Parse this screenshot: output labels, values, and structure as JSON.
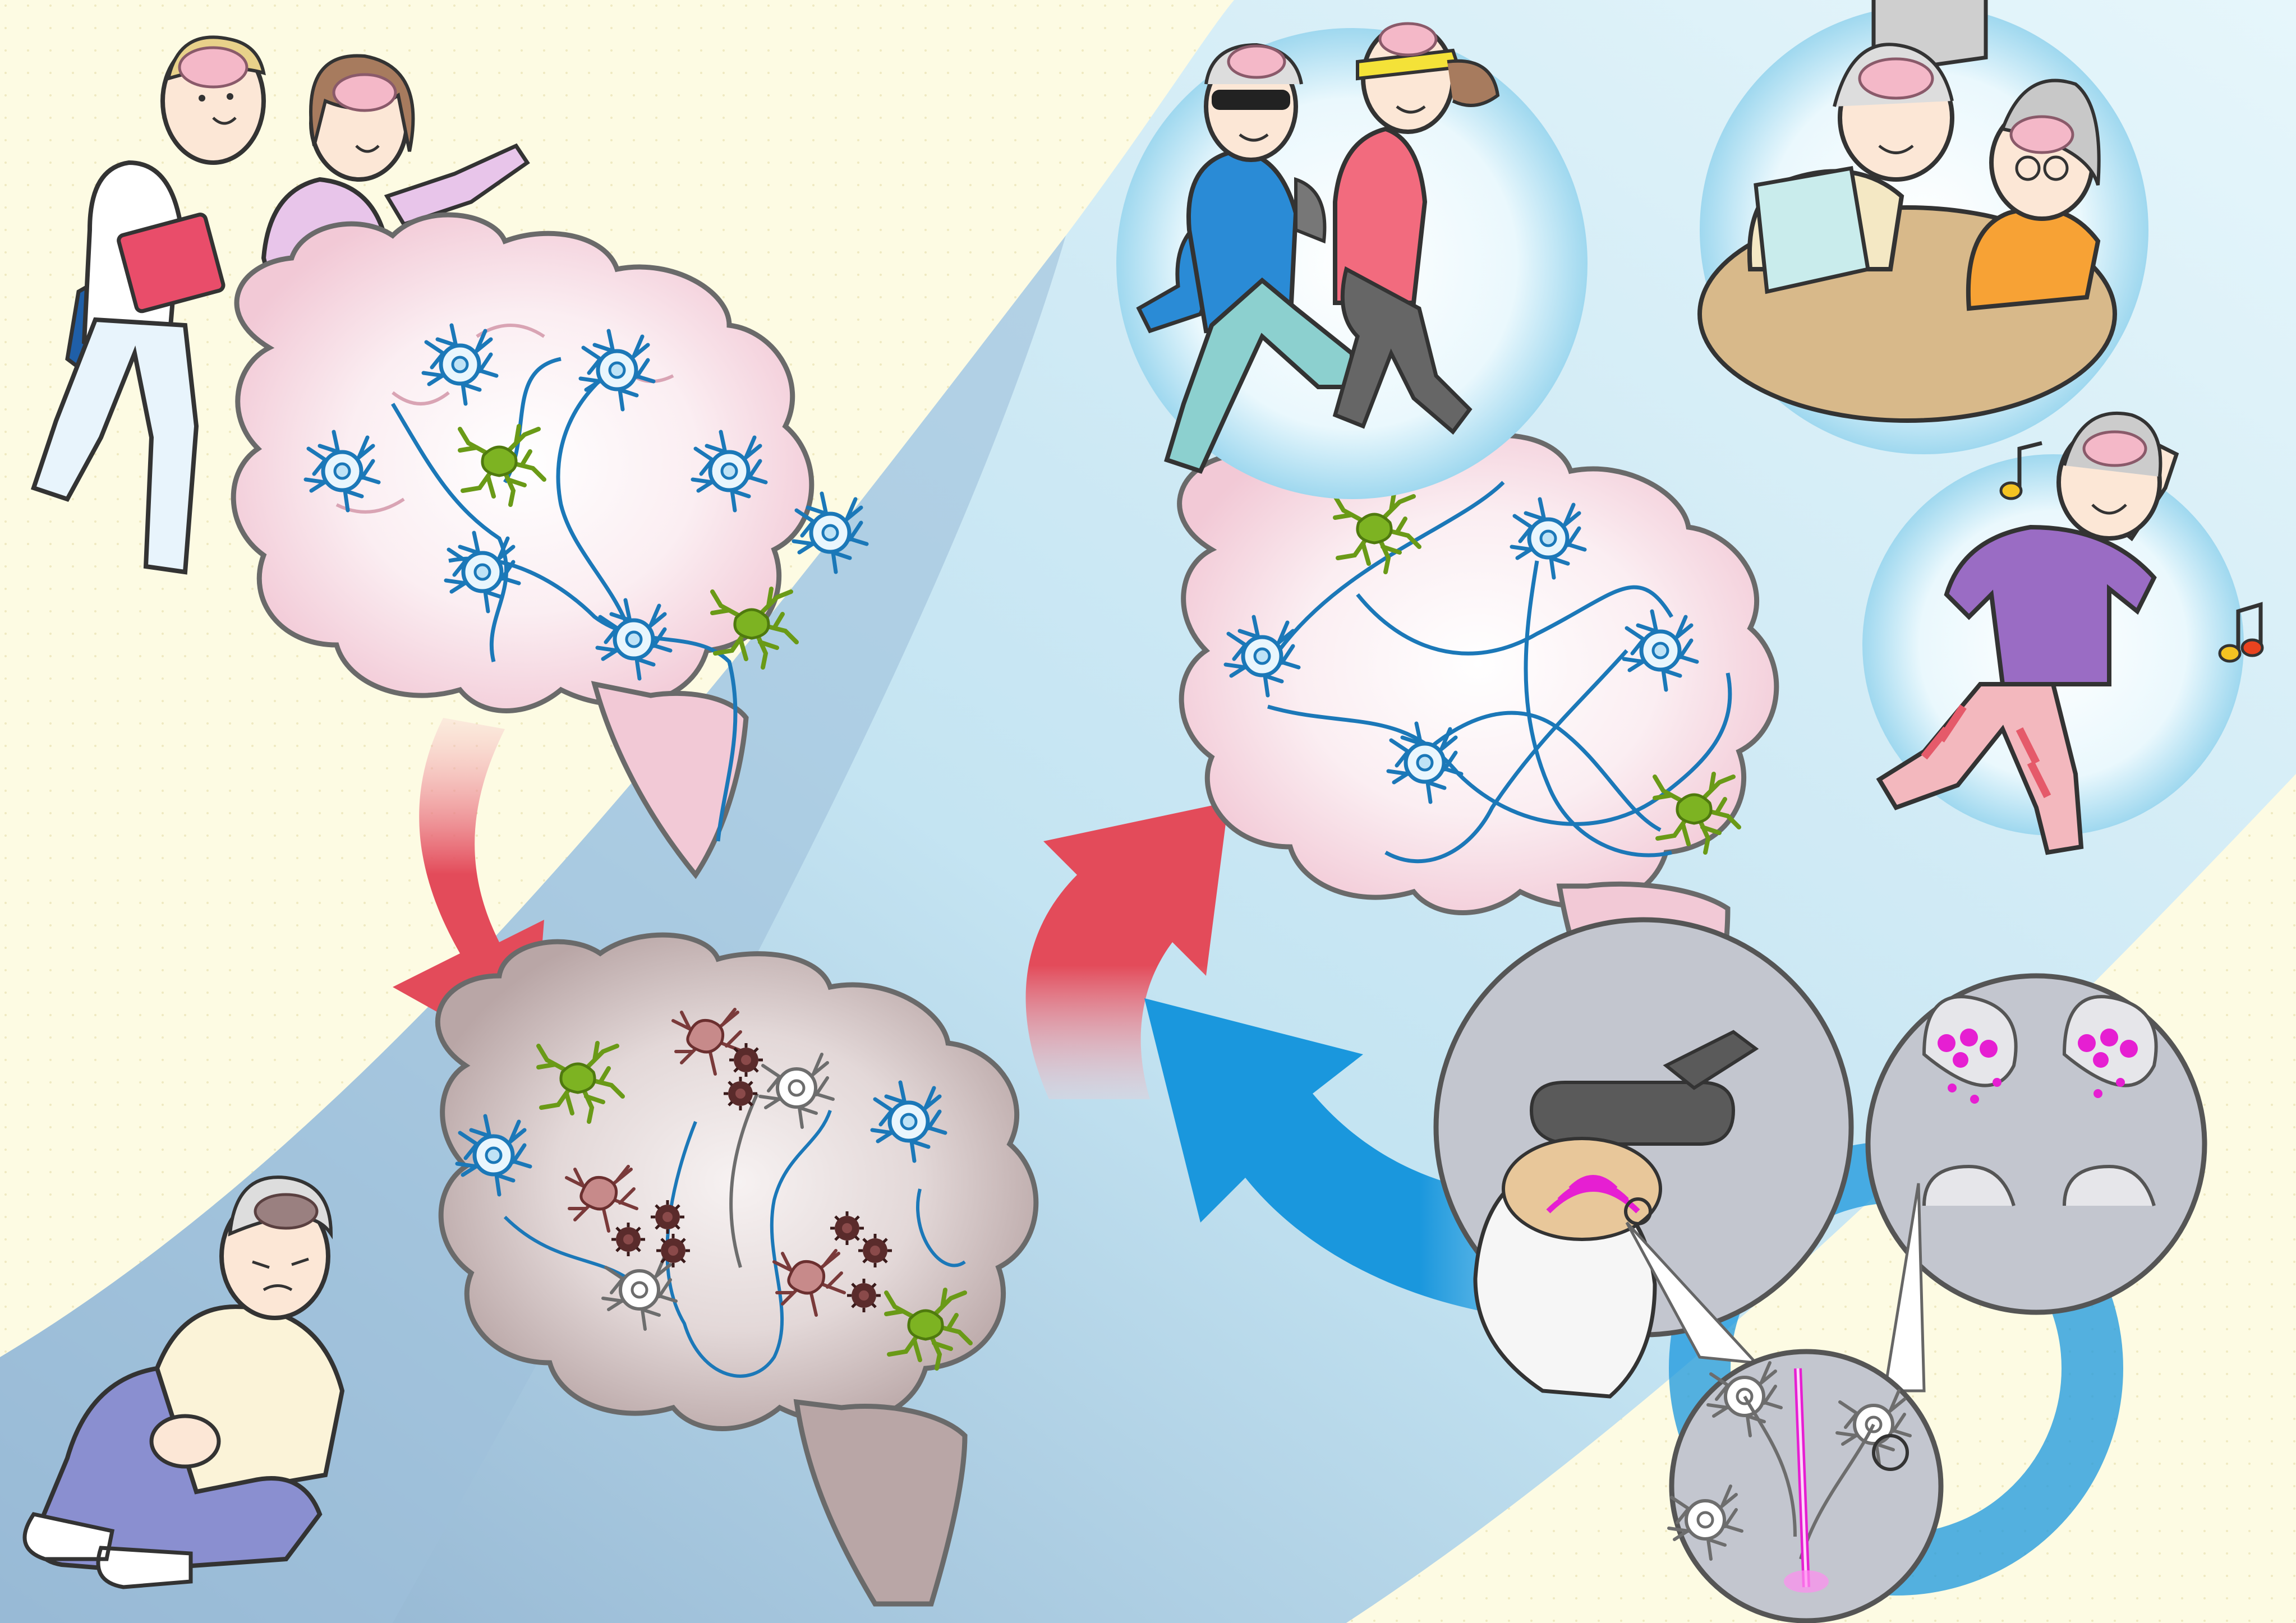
{
  "illustration": {
    "stage": "healthy-young-brain-to-aged-brain-to-rejuvenated-brain",
    "icons": [
      "young-couple-walking",
      "healthy-brain",
      "neuron-cells",
      "microglia-cells",
      "decline-arrow",
      "aged-brain",
      "amyloid-plaques",
      "sad-elderly-man",
      "recovery-arrow",
      "rejuvenated-brain",
      "elderly-couple-jogging",
      "elderly-couple-studying",
      "elderly-woman-dancing",
      "music-note",
      "magnetic-stimulation-coil",
      "head-profile",
      "synapse-closeup",
      "laser-stimulation-neuron",
      "intervention-arrow"
    ],
    "colors": {
      "background_cream": "#fdfbe3",
      "band_light_blue": "#d3eef8",
      "band_dark_blue": "#8fb1cf",
      "brain_pink": "#f6dde6",
      "brain_aged": "#c9b8b8",
      "neuron_blue": "#1b78b8",
      "microglia_green": "#6a9a17",
      "damaged_neuron": "#7a3a3a",
      "plaque": "#4a2a2a",
      "arrow_red": "#e34b5a",
      "arrow_blue": "#1a97dd",
      "magenta": "#e61fd2",
      "circle_gray": "#c3c6cf"
    }
  }
}
